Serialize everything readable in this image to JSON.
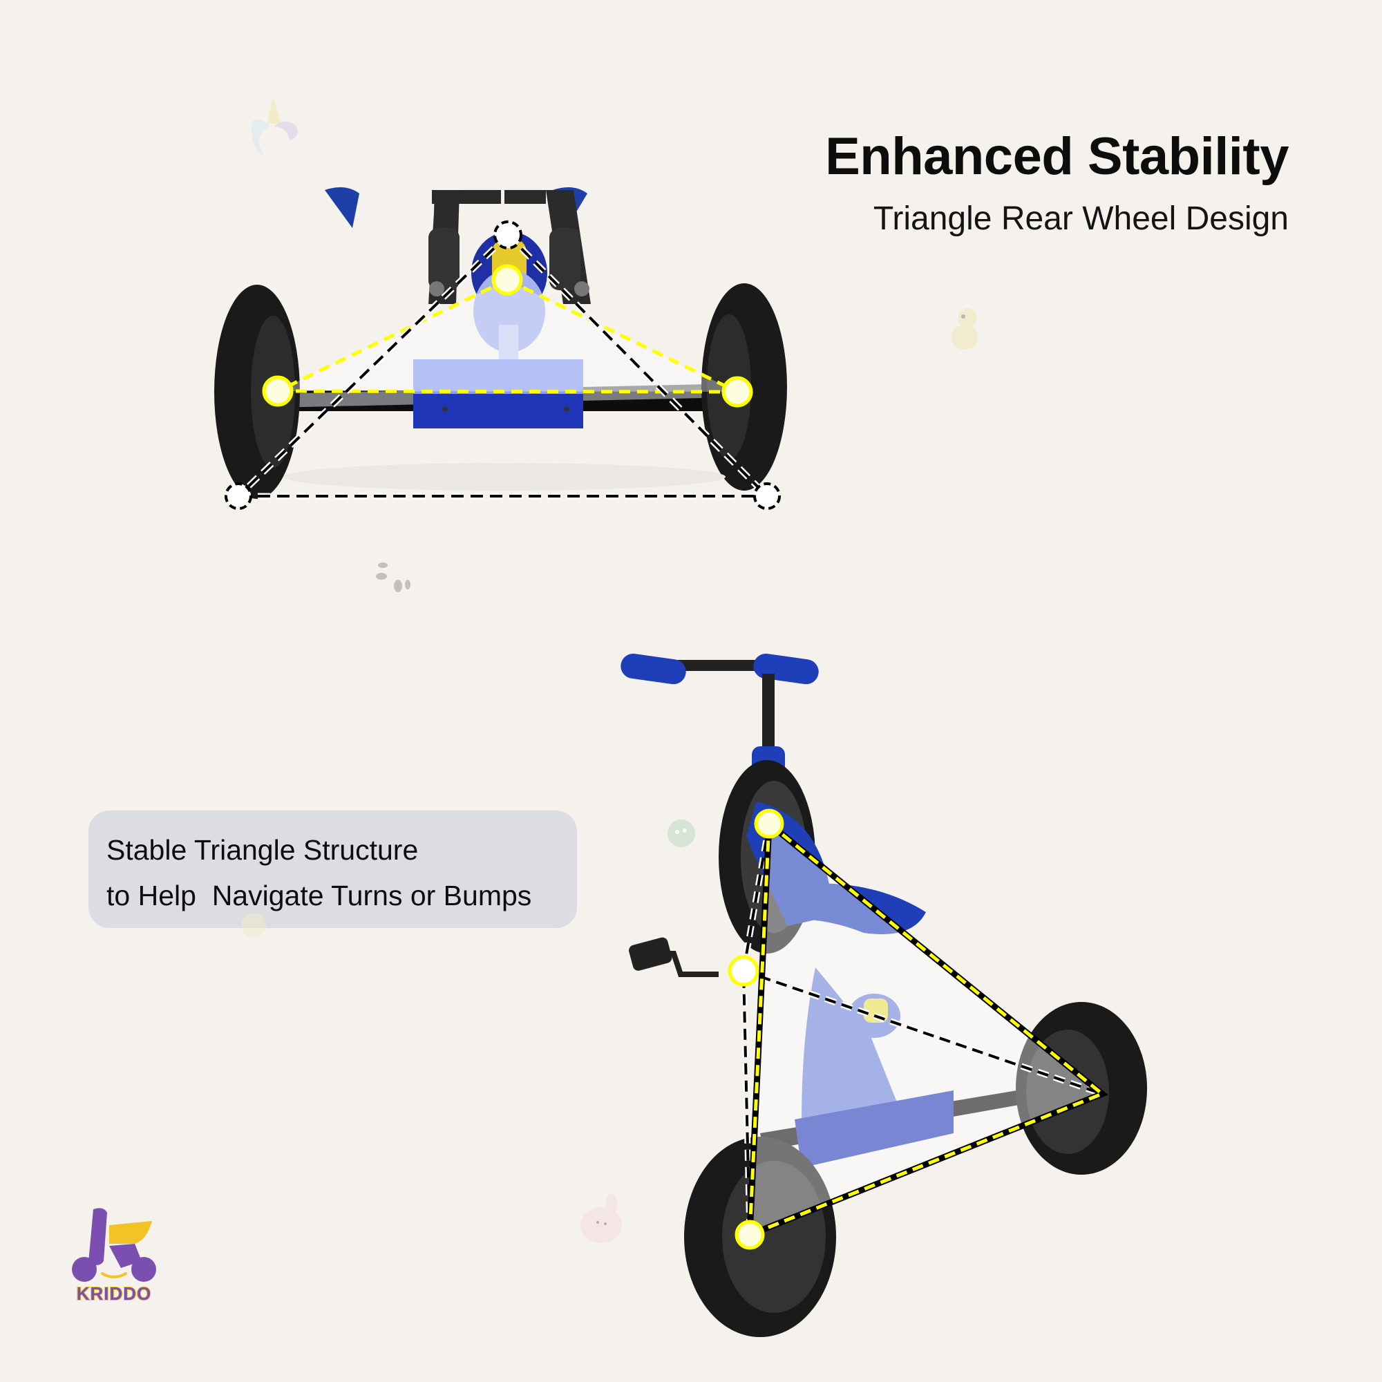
{
  "headline": {
    "title": "Enhanced Stability",
    "subtitle": "Triangle Rear Wheel Design"
  },
  "info_card": {
    "line1": "Stable Triangle Structure",
    "line2": "to Help  Navigate Turns or Bumps"
  },
  "brand": {
    "logo_text": "KRIDDO",
    "primary_color": "#7b4fb0",
    "accent_color": "#f2c226"
  },
  "illustrations": {
    "top": "rear-view-tricycle-with-triangle-overlay",
    "bottom": "three-quarter-view-tricycle-with-triangle-overlay"
  },
  "colors": {
    "background": "#f5f2ee",
    "card": "#dcdde3",
    "frame_blue": "#1f3fb0",
    "overlay_yellow": "#ffff00",
    "tire": "#1a1a1a"
  },
  "decorations": [
    "unicorn-icon",
    "duck-icon",
    "panda-icon",
    "monster-icon",
    "cat-icon",
    "bunny-icon"
  ]
}
